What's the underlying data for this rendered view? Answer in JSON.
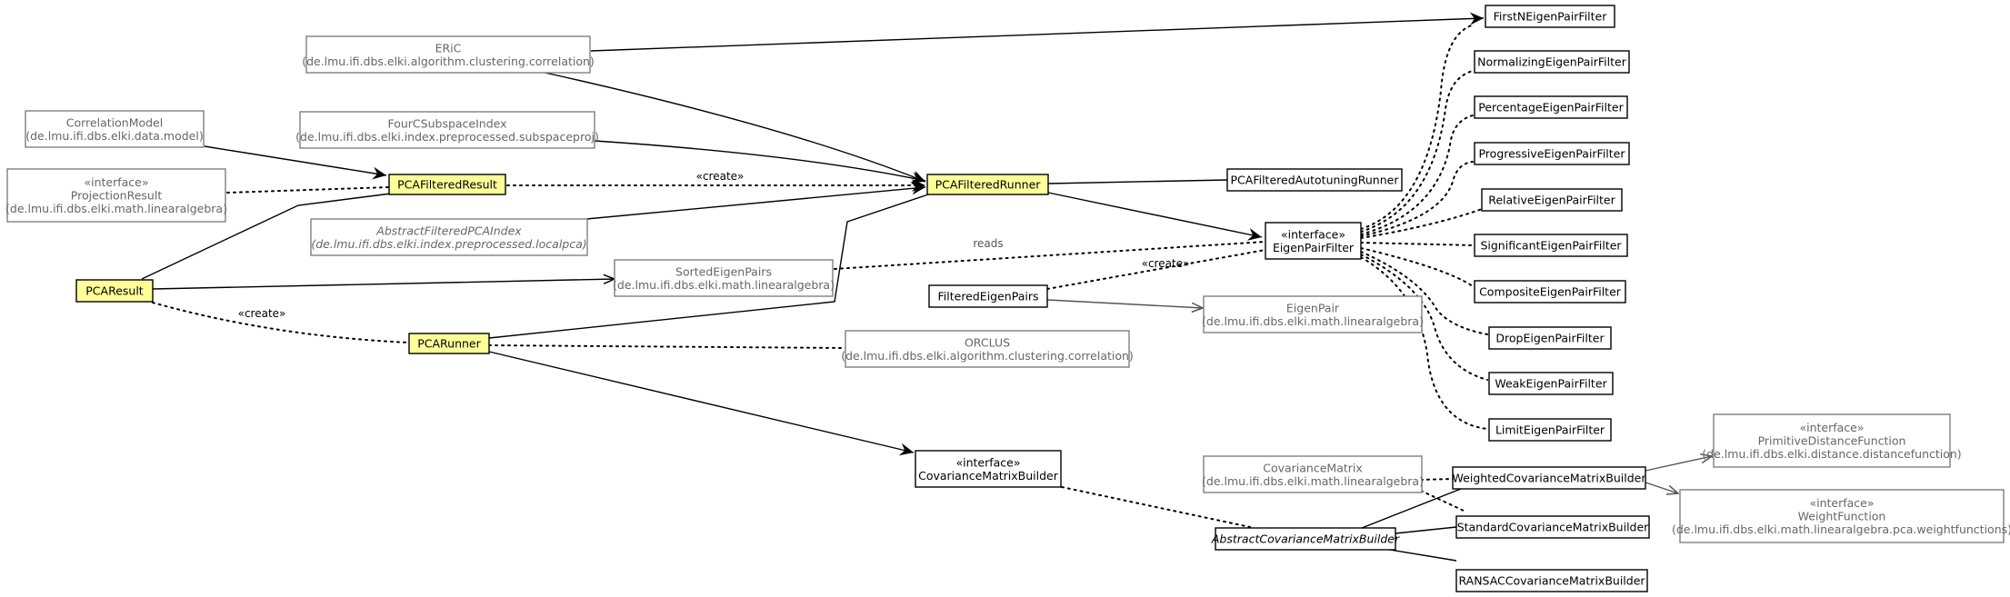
{
  "nodes": {
    "eric": {
      "lines": [
        "ERiC",
        "(de.lmu.ifi.dbs.elki.algorithm.clustering.correlation)"
      ]
    },
    "correlationModel": {
      "lines": [
        "CorrelationModel",
        "(de.lmu.ifi.dbs.elki.data.model)"
      ]
    },
    "fourC": {
      "lines": [
        "FourCSubspaceIndex",
        "(de.lmu.ifi.dbs.elki.index.preprocessed.subspaceproj)"
      ]
    },
    "projectionResult": {
      "lines": [
        "«interface»",
        "ProjectionResult",
        "(de.lmu.ifi.dbs.elki.math.linearalgebra)"
      ]
    },
    "pcaFilteredResult": {
      "lines": [
        "PCAFilteredResult"
      ]
    },
    "abstractFilteredPCAIndex": {
      "lines": [
        "AbstractFilteredPCAIndex",
        "(de.lmu.ifi.dbs.elki.index.preprocessed.localpca)"
      ]
    },
    "pcaResult": {
      "lines": [
        "PCAResult"
      ]
    },
    "sortedEigenPairs": {
      "lines": [
        "SortedEigenPairs",
        "(de.lmu.ifi.dbs.elki.math.linearalgebra)"
      ]
    },
    "pcaRunner": {
      "lines": [
        "PCARunner"
      ]
    },
    "pcaFilteredRunner": {
      "lines": [
        "PCAFilteredRunner"
      ]
    },
    "pcaFilteredAutotuningRunner": {
      "lines": [
        "PCAFilteredAutotuningRunner"
      ]
    },
    "eigenPairFilter": {
      "lines": [
        "«interface»",
        "EigenPairFilter"
      ]
    },
    "filteredEigenPairs": {
      "lines": [
        "FilteredEigenPairs"
      ]
    },
    "eigenPair": {
      "lines": [
        "EigenPair",
        "(de.lmu.ifi.dbs.elki.math.linearalgebra)"
      ]
    },
    "orclus": {
      "lines": [
        "ORCLUS",
        "(de.lmu.ifi.dbs.elki.algorithm.clustering.correlation)"
      ]
    },
    "covarianceMatrixBuilder": {
      "lines": [
        "«interface»",
        "CovarianceMatrixBuilder"
      ]
    },
    "covarianceMatrix": {
      "lines": [
        "CovarianceMatrix",
        "(de.lmu.ifi.dbs.elki.math.linearalgebra)"
      ]
    },
    "abstractCovarianceMatrixBuilder": {
      "lines": [
        "AbstractCovarianceMatrixBuilder"
      ]
    },
    "weightedCovarianceMatrixBuilder": {
      "lines": [
        "WeightedCovarianceMatrixBuilder"
      ]
    },
    "standardCovarianceMatrixBuilder": {
      "lines": [
        "StandardCovarianceMatrixBuilder"
      ]
    },
    "ransacCovarianceMatrixBuilder": {
      "lines": [
        "RANSACCovarianceMatrixBuilder"
      ]
    },
    "primitiveDistanceFunction": {
      "lines": [
        "«interface»",
        "PrimitiveDistanceFunction",
        "(de.lmu.ifi.dbs.elki.distance.distancefunction)"
      ]
    },
    "weightFunction": {
      "lines": [
        "«interface»",
        "WeightFunction",
        "(de.lmu.ifi.dbs.elki.math.linearalgebra.pca.weightfunctions)"
      ]
    },
    "firstN": {
      "lines": [
        "FirstNEigenPairFilter"
      ]
    },
    "normalizing": {
      "lines": [
        "NormalizingEigenPairFilter"
      ]
    },
    "percentage": {
      "lines": [
        "PercentageEigenPairFilter"
      ]
    },
    "progressive": {
      "lines": [
        "ProgressiveEigenPairFilter"
      ]
    },
    "relative": {
      "lines": [
        "RelativeEigenPairFilter"
      ]
    },
    "significant": {
      "lines": [
        "SignificantEigenPairFilter"
      ]
    },
    "composite": {
      "lines": [
        "CompositeEigenPairFilter"
      ]
    },
    "drop": {
      "lines": [
        "DropEigenPairFilter"
      ]
    },
    "weak": {
      "lines": [
        "WeakEigenPairFilter"
      ]
    },
    "limit": {
      "lines": [
        "LimitEigenPairFilter"
      ]
    }
  },
  "edge_labels": {
    "create_runner": "«create»",
    "reads": "reads",
    "create_filter": "«create»",
    "create_result": "«create»"
  }
}
